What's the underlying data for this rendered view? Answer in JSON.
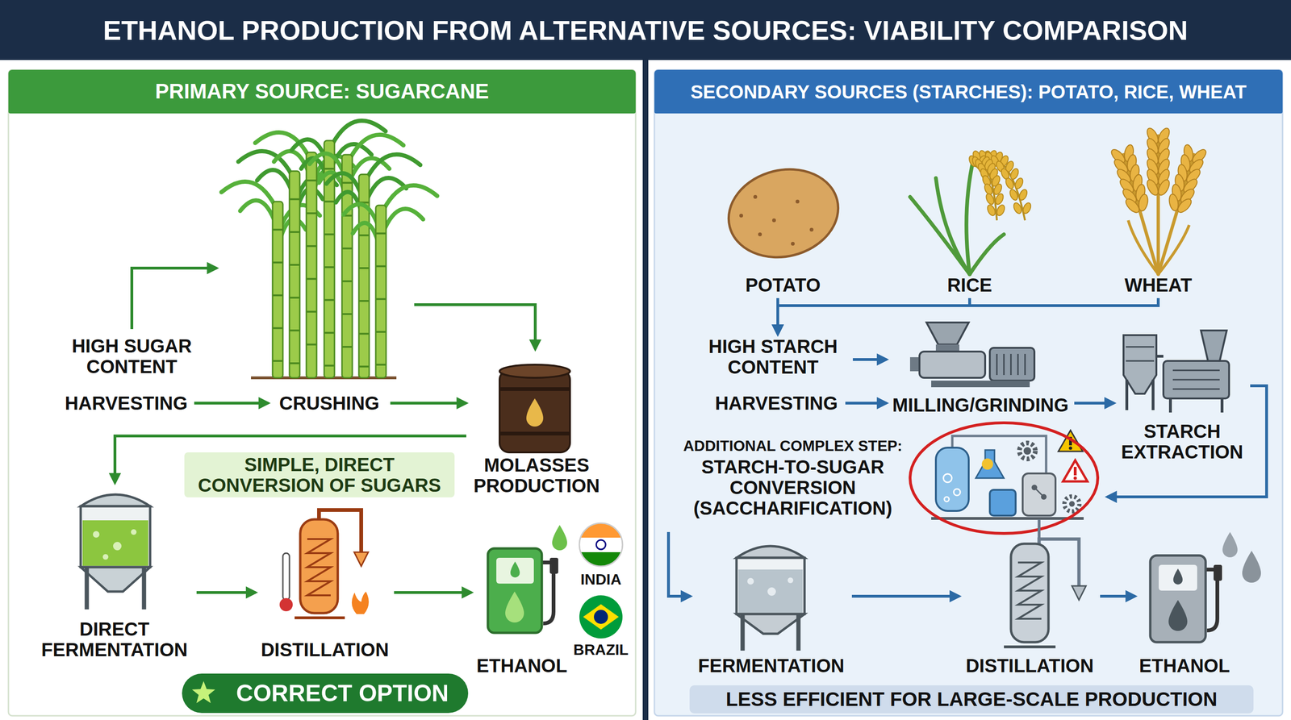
{
  "diagram": {
    "title": "ETHANOL PRODUCTION FROM ALTERNATIVE SOURCES: VIABILITY COMPARISON",
    "nodes": [
      {
        "text": [
          "PRIMARY SOURCE: SUGARCANE"
        ]
      },
      {
        "text": [
          "HIGH SUGAR CONTENT"
        ],
        "in": 0
      },
      {
        "text": [
          "HARVESTING"
        ],
        "in": 0
      },
      {
        "text": [
          "CRUSHING"
        ],
        "in": 0
      },
      {
        "text": [
          "MOLASSES PRODUCTION"
        ],
        "in": 0
      },
      {
        "text": [
          "DIRECT FERMENTATION"
        ],
        "in": 0
      },
      {
        "text": [
          "DISTILLATION"
        ],
        "in": 0
      },
      {
        "text": [
          "ETHANOL"
        ],
        "in": 0
      },
      {
        "text": [
          "CORRECT OPTION"
        ],
        "in": 0
      },
      {
        "text": [
          "SECONDARY SOURCES (STARCHES): POTATO, RICE, WHEAT"
        ]
      },
      {
        "text": [
          "POTATO"
        ],
        "in": 9
      },
      {
        "text": [
          "RICE"
        ],
        "in": 9
      },
      {
        "text": [
          "WHEAT"
        ],
        "in": 9
      },
      {
        "text": [
          "HIGH STARCH CONTENT"
        ],
        "in": 9
      },
      {
        "text": [
          "HARVESTING"
        ],
        "in": 9
      },
      {
        "text": [
          "MILLING/GRINDING"
        ],
        "in": 9
      },
      {
        "text": [
          "STARCH EXTRACTION"
        ],
        "in": 9
      },
      {
        "text": [
          "ADDITIONAL COMPLEX STEP:",
          "STARCH-TO-SUGAR CONVERSION (SACCHARIFICATION)"
        ],
        "in": 9
      },
      {
        "text": [
          "FERMENTATION"
        ],
        "in": 9
      },
      {
        "text": [
          "DISTILLATION"
        ],
        "in": 9
      },
      {
        "text": [
          "ETHANOL"
        ],
        "in": 9
      },
      {
        "text": [
          "LESS EFFICIENT FOR LARGE-SCALE PRODUCTION"
        ],
        "in": 9
      }
    ],
    "edges": [
      {
        "from": 2,
        "to": 3,
        "arrow": "to"
      },
      {
        "from": 3,
        "to": 4,
        "arrow": "to"
      },
      {
        "from": 4,
        "to": 5,
        "arrow": "to",
        "label": "SIMPLE, DIRECT CONVERSION OF SUGARS"
      },
      {
        "from": 5,
        "to": 6,
        "arrow": "to"
      },
      {
        "from": 6,
        "to": 7,
        "arrow": "to"
      },
      {
        "from": 10,
        "to": 13,
        "arrow": "to"
      },
      {
        "from": 11,
        "to": 13,
        "arrow": "to"
      },
      {
        "from": 12,
        "to": 13,
        "arrow": "to"
      },
      {
        "from": 13,
        "to": 15,
        "arrow": "to"
      },
      {
        "from": 14,
        "to": 15,
        "arrow": "to"
      },
      {
        "from": 15,
        "to": 16,
        "arrow": "to"
      },
      {
        "from": 16,
        "to": 17,
        "arrow": "to"
      },
      {
        "from": 17,
        "to": 18,
        "arrow": "to"
      },
      {
        "from": 18,
        "to": 19,
        "arrow": "to"
      },
      {
        "from": 19,
        "to": 20,
        "arrow": "to"
      }
    ],
    "labels": [
      "INDIA",
      "BRAZIL"
    ]
  }
}
